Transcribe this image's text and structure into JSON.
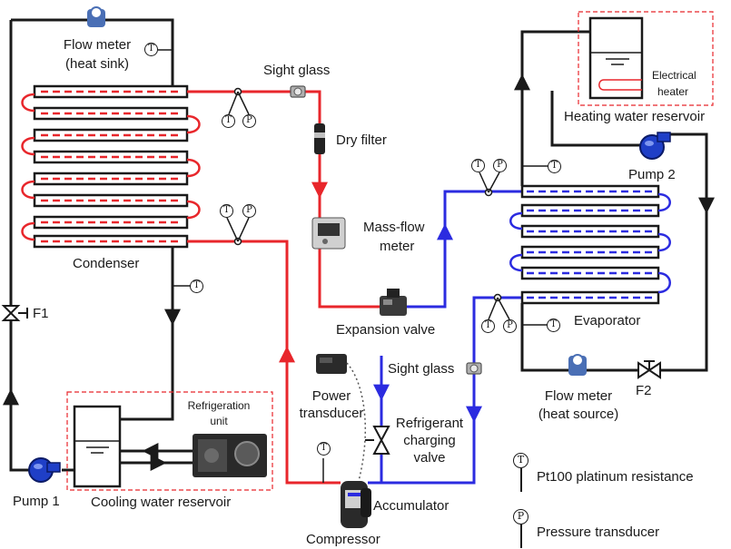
{
  "colors": {
    "water_line": "#1a1a1a",
    "hot_refrigerant": "#e8262b",
    "cold_refrigerant": "#2b2be0",
    "dashed_box": "#e8262b",
    "pump": "#1f3fc7"
  },
  "labels": {
    "flow_meter_sink_1": "Flow meter",
    "flow_meter_sink_2": "(heat sink)",
    "sight_glass_top": "Sight glass",
    "dry_filter": "Dry filter",
    "mass_flow_1": "Mass-flow",
    "mass_flow_2": "meter",
    "condenser": "Condenser",
    "f1": "F1",
    "expansion_valve": "Expansion valve",
    "evaporator": "Evaporator",
    "electrical_heater_1": "Electrical",
    "electrical_heater_2": "heater",
    "heating_reservoir": "Heating water reservoir",
    "pump2": "Pump 2",
    "sight_glass_mid": "Sight glass",
    "power_transducer_1": "Power",
    "power_transducer_2": "transducer",
    "refrigerant_charging_1": "Refrigerant",
    "refrigerant_charging_2": "charging",
    "refrigerant_charging_3": "valve",
    "flow_meter_source_1": "Flow meter",
    "flow_meter_source_2": "(heat source)",
    "f2": "F2",
    "refrigeration_unit_1": "Refrigeration",
    "refrigeration_unit_2": "unit",
    "pump1": "Pump 1",
    "cooling_reservoir": "Cooling water reservoir",
    "accumulator": "Accumulator",
    "compressor": "Compressor",
    "legend_t": "Pt100 platinum resistance",
    "legend_p": "Pressure transducer"
  },
  "symbols": {
    "temperature": "T",
    "pressure": "P"
  }
}
